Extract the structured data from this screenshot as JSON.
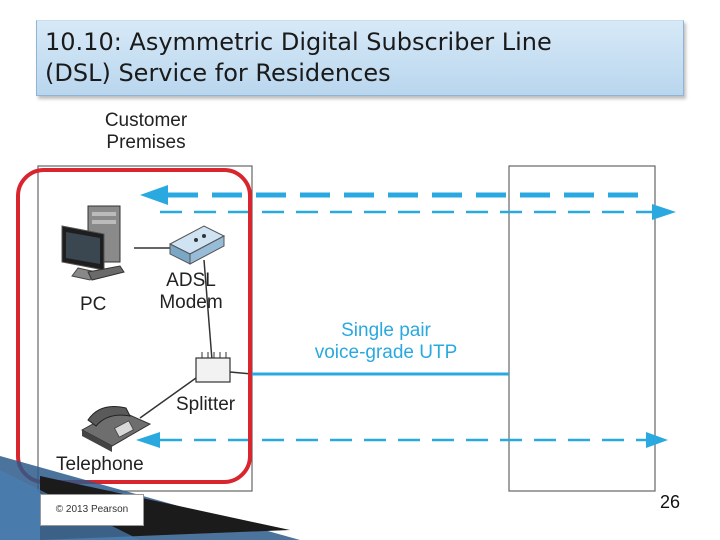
{
  "slide": {
    "title": "10.10: Asymmetric Digital Subscriber Line\n(DSL) Service for Residences",
    "page_number": "26",
    "copyright": "© 2013 Pearson"
  },
  "diagram": {
    "customer_premises_label": "Customer\nPremises",
    "pc_label": "PC",
    "modem_label": "ADSL\nModem",
    "splitter_label": "Splitter",
    "telephone_label": "Telephone",
    "line_label": "Single pair\nvoice-grade UTP"
  },
  "colors": {
    "accent": "#29a9e0",
    "highlight": "#d8252e",
    "title_bg": "#c6def2"
  }
}
